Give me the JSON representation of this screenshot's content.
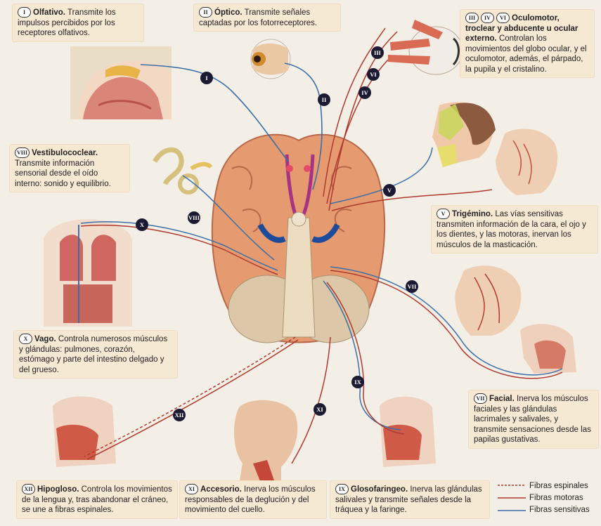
{
  "nerves": {
    "I": {
      "badge": "I",
      "title": "Olfativo.",
      "text": "Transmite los impulsos percibidos por los receptores olfativos."
    },
    "II": {
      "badge": "II",
      "title": "Óptico.",
      "text": "Transmite señales captadas por los fotorreceptores."
    },
    "III_IV_VI": {
      "badges": [
        "III",
        "IV",
        "VI"
      ],
      "title": "Oculomotor, troclear y abducente u ocular externo.",
      "text": "Controlan los movimientos del globo ocular, y el oculomotor, además, el párpado, la pupila y el cristalino."
    },
    "VIII": {
      "badge": "VIII",
      "title": "Vestibulococlear.",
      "text": "Transmite información sensorial desde el oído interno: sonido y equilibrio."
    },
    "V": {
      "badge": "V",
      "title": "Trigémino.",
      "text": "Las vías sensitivas transmiten información de la cara, el ojo y los dientes, y las motoras, inervan los músculos de la masticación."
    },
    "X": {
      "badge": "X",
      "title": "Vago.",
      "text": "Controla numerosos músculos y glándulas: pulmones, corazón, estómago y parte del intestino delgado y del grueso."
    },
    "VII": {
      "badge": "VII",
      "title": "Facial.",
      "text": "Inerva los músculos faciales y las glándulas lacrimales y salivales, y transmite sensaciones desde las papilas gustativas."
    },
    "XII": {
      "badge": "XII",
      "title": "Hipogloso.",
      "text": "Controla los movimientos de la lengua y, tras abandonar el cráneo, se une a fibras espinales."
    },
    "XI": {
      "badge": "XI",
      "title": "Accesorio.",
      "text": "Inerva los músculos responsables de la deglución y del movimiento del cuello."
    },
    "IX": {
      "badge": "IX",
      "title": "Glosofaringeo.",
      "text": "Inerva las glándulas salivales y transmite señales desde la tráquea y la faringe."
    }
  },
  "bubbles": [
    "I",
    "II",
    "III",
    "VI",
    "IV",
    "V",
    "VIII",
    "X",
    "VII",
    "IX",
    "XI",
    "XII"
  ],
  "legend": [
    {
      "label": "Fibras espinales",
      "color": "#b0392e",
      "style": "dashed"
    },
    {
      "label": "Fibras motoras",
      "color": "#b0392e",
      "style": "solid"
    },
    {
      "label": "Fibras sensitivas",
      "color": "#3b6fa8",
      "style": "solid"
    }
  ]
}
